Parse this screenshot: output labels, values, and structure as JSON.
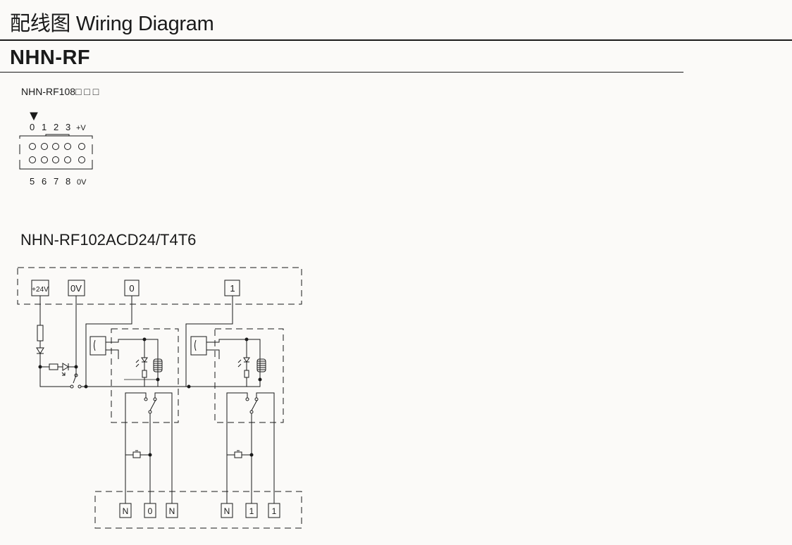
{
  "header": {
    "title": "配线图 Wiring Diagram"
  },
  "section": {
    "title": "NHN-RF"
  },
  "connector": {
    "model": "NHN-RF108□ □ □",
    "top_pins": [
      "0",
      "1",
      "2",
      "3",
      "+V"
    ],
    "bottom_pins": [
      "5",
      "6",
      "7",
      "8",
      "0V"
    ]
  },
  "wiring": {
    "model": "NHN-RF102ACD24/T4T6",
    "top_terminals": [
      "+24V",
      "0V",
      "0",
      "1"
    ],
    "bottom_terminals": [
      "N",
      "0",
      "N",
      "N",
      "1",
      "1"
    ]
  }
}
